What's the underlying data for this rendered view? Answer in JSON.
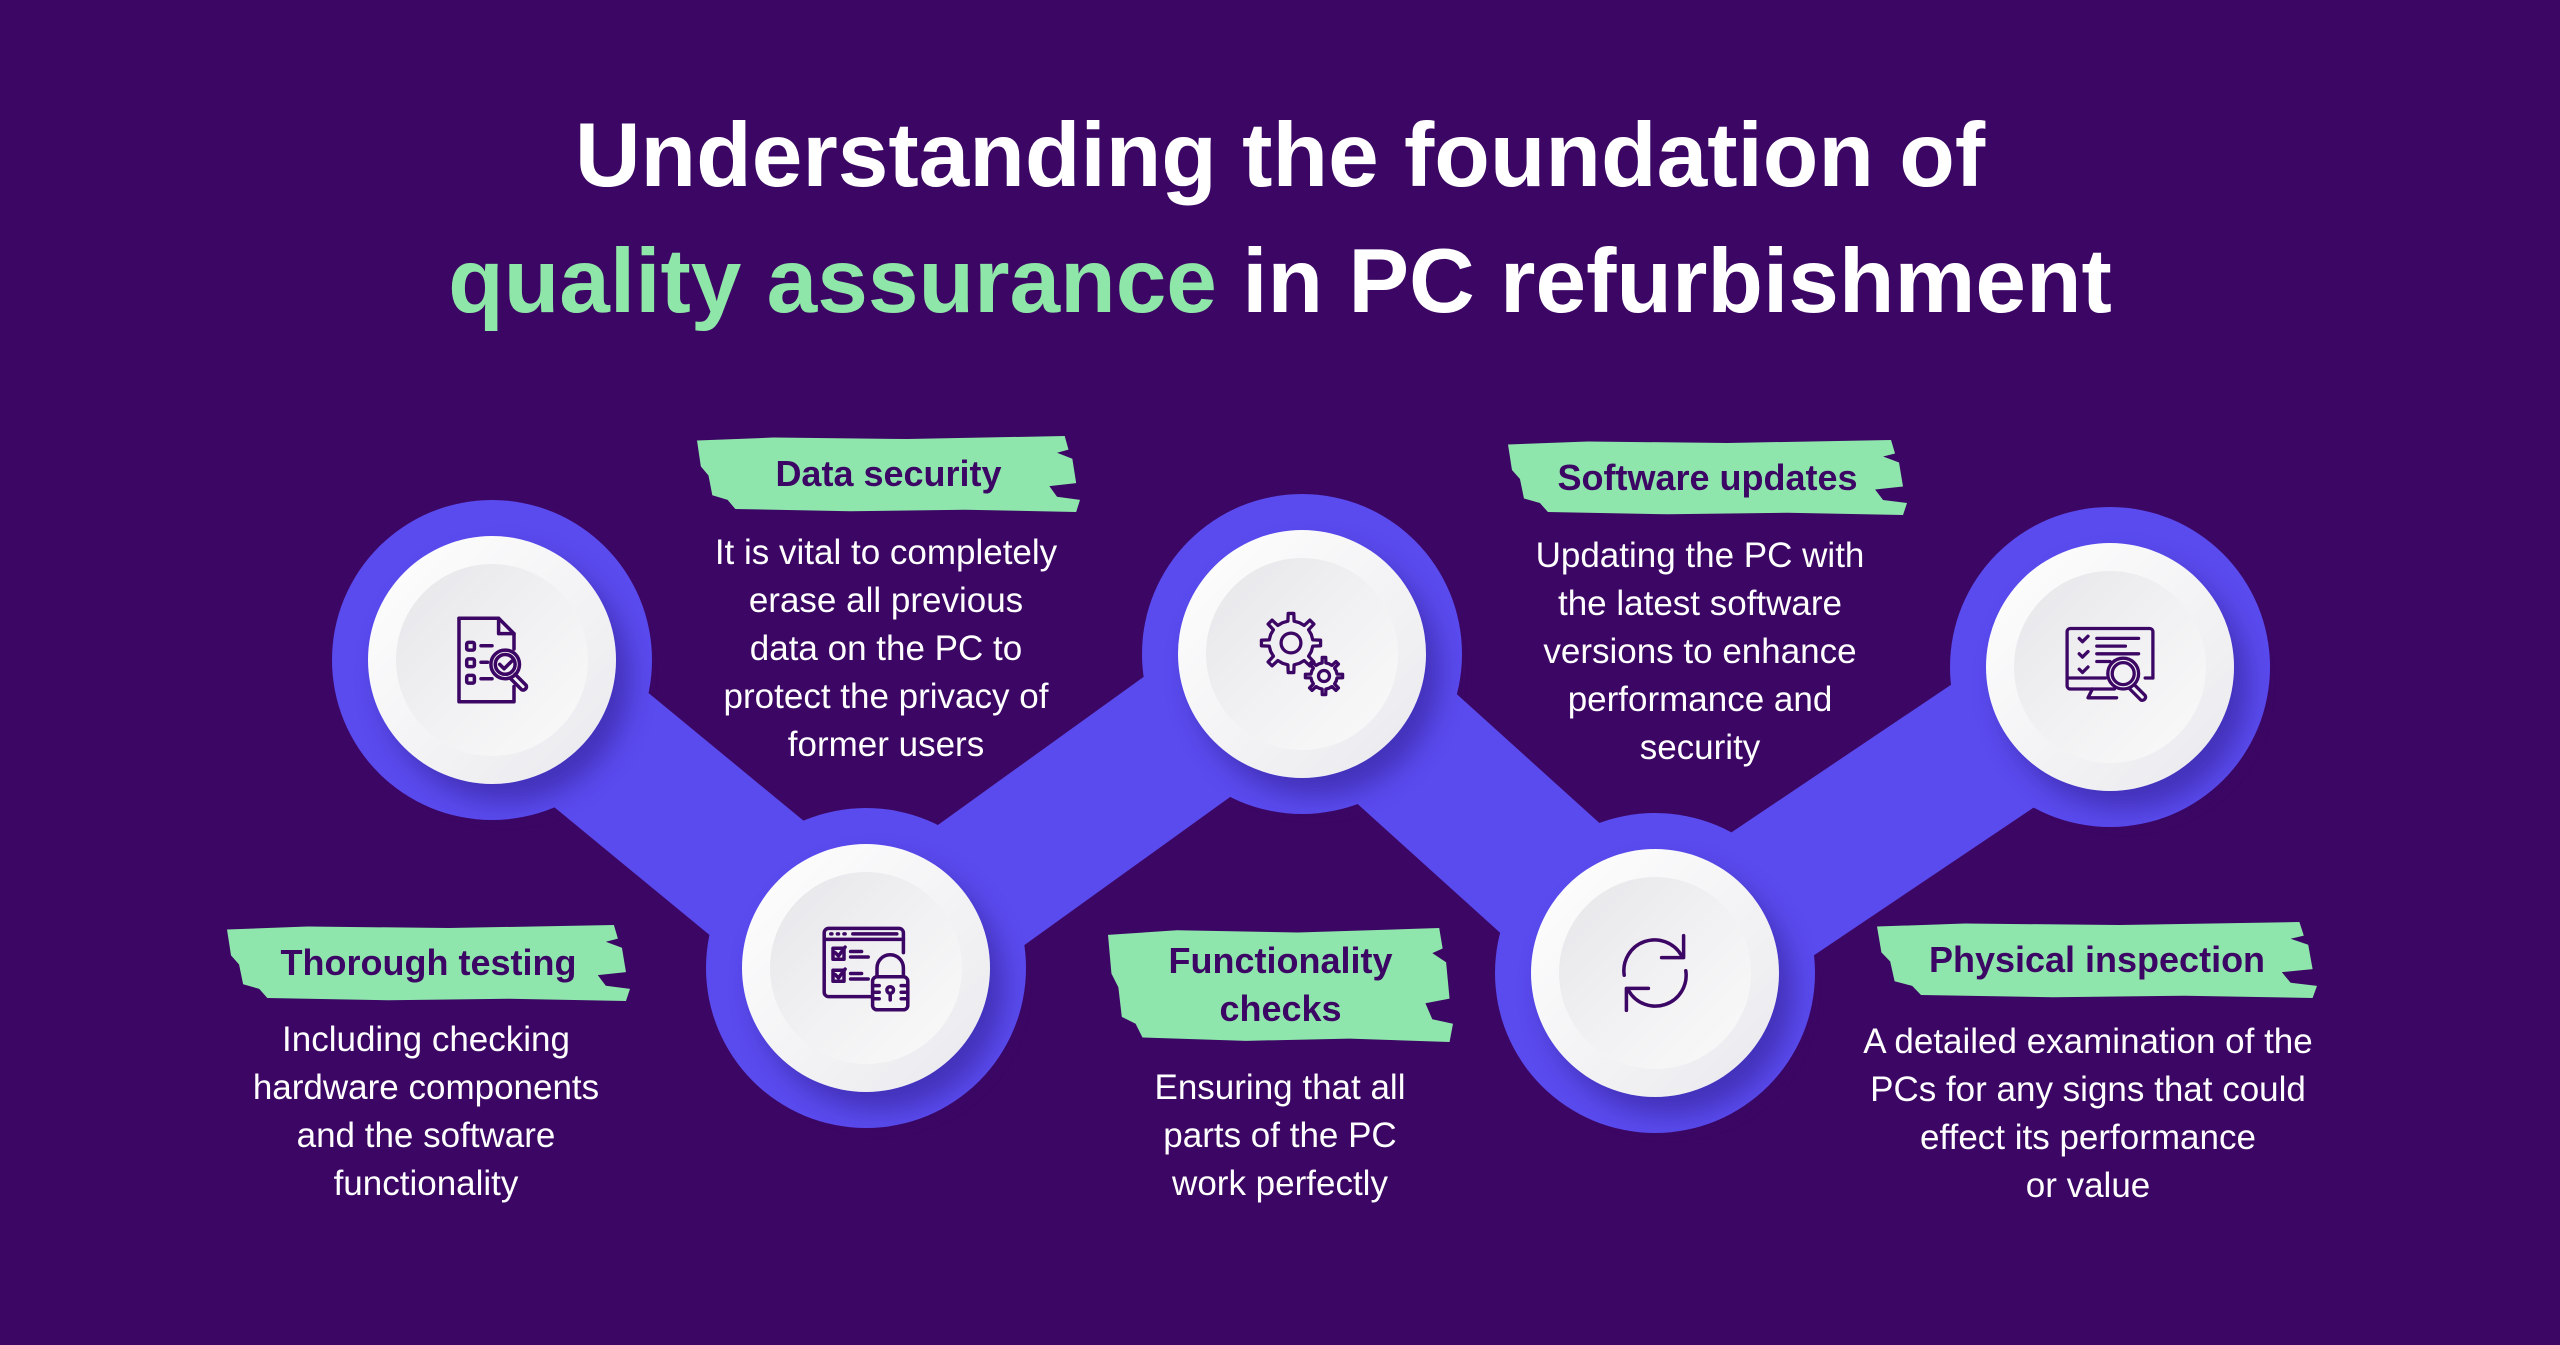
{
  "title": {
    "line1": "Understanding the foundation of",
    "line2_accent": "quality assurance",
    "line2_rest": " in PC refurbishment"
  },
  "colors": {
    "background": "#3c0764",
    "connector": "#5a4bef",
    "accent_green": "#8ee6a8",
    "icon_stroke": "#3c0764"
  },
  "steps": [
    {
      "icon": "checklist-magnifier-icon",
      "label": "Thorough testing",
      "description": [
        "Including checking",
        "hardware components",
        "and the software",
        "functionality"
      ]
    },
    {
      "icon": "browser-checklist-lock-icon",
      "label": "Data security",
      "description": [
        "It is vital to completely",
        "erase all previous",
        "data on the PC to",
        "protect the privacy of",
        "former users"
      ]
    },
    {
      "icon": "gears-icon",
      "label": "Functionality checks",
      "label_lines": [
        "Functionality",
        "checks"
      ],
      "description": [
        "Ensuring that all",
        "parts of the PC",
        "work perfectly"
      ]
    },
    {
      "icon": "refresh-icon",
      "label": "Software updates",
      "description": [
        "Updating the PC with",
        "the latest software",
        "versions to enhance",
        "performance and",
        "security"
      ]
    },
    {
      "icon": "monitor-inspection-icon",
      "label": "Physical inspection",
      "description": [
        "A detailed examination of the",
        "PCs for any signs that could",
        "effect its performance",
        "or value"
      ]
    }
  ]
}
